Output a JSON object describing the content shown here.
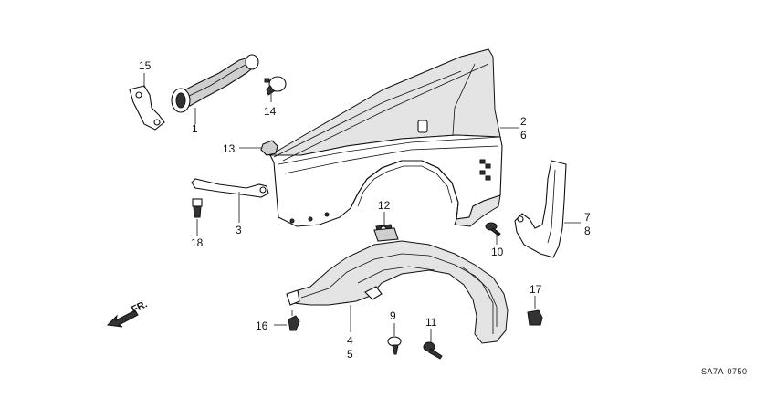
{
  "diagram": {
    "direction_label": "FR.",
    "diagram_code": "SA7A-0750",
    "callouts": {
      "c1": "1",
      "c2": "2",
      "c3": "3",
      "c4": "4",
      "c5": "5",
      "c6": "6",
      "c7": "7",
      "c8": "8",
      "c9": "9",
      "c10": "10",
      "c11": "11",
      "c12": "12",
      "c13": "13",
      "c14": "14",
      "c15": "15",
      "c16": "16",
      "c17": "17",
      "c18": "18"
    }
  }
}
